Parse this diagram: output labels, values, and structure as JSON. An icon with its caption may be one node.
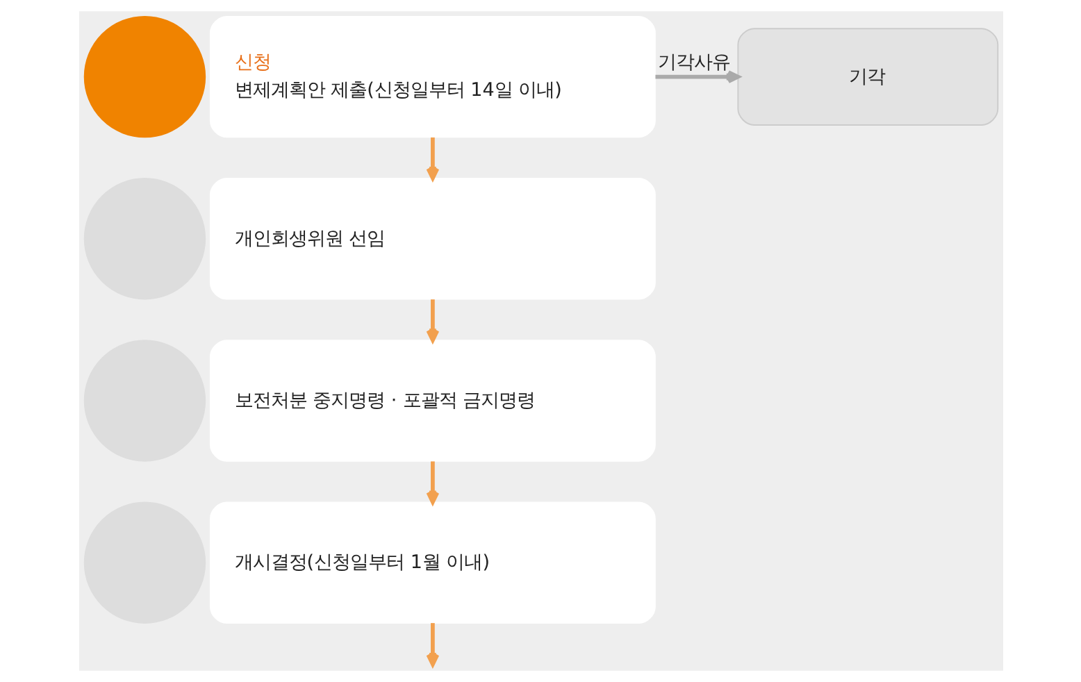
{
  "diagram": {
    "nodes": [
      {
        "text": [],
        "shape": "circle"
      },
      {
        "text": [
          "신청",
          "변제계획안 제출(신청일부터 14일 이내)"
        ]
      },
      {
        "text": [
          "기각"
        ]
      },
      {
        "text": [],
        "shape": "circle"
      },
      {
        "text": [
          "개인회생위원 선임"
        ]
      },
      {
        "text": [],
        "shape": "circle"
      },
      {
        "text": [
          "보전처분 중지명령 · 포괄적 금지명령"
        ]
      },
      {
        "text": [],
        "shape": "circle"
      },
      {
        "text": [
          "개시결정(신청일부터 1월 이내)"
        ]
      }
    ],
    "edges": [
      {
        "from": 1,
        "to": 4,
        "arrow": "to"
      },
      {
        "from": 4,
        "to": 6,
        "arrow": "to"
      },
      {
        "from": 6,
        "to": 8,
        "arrow": "to"
      },
      {
        "from": 8,
        "to": null,
        "arrow": "to"
      },
      {
        "from": 1,
        "to": 2,
        "arrow": "to",
        "label": "기각사유",
        "color": "#aaaaaa"
      }
    ]
  }
}
